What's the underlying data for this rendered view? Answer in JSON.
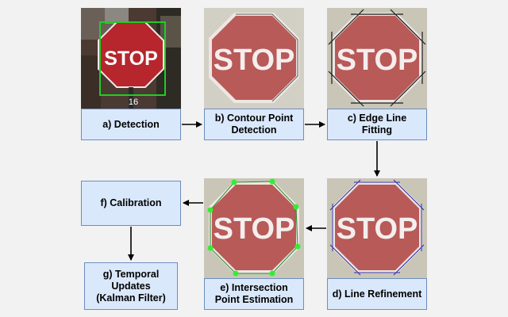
{
  "stop_sign_text": "STOP",
  "post_number": "16",
  "steps": {
    "a": "a) Detection",
    "b": "b) Contour Point\nDetection",
    "c": "c) Edge Line\nFitting",
    "d": "d) Line Refinement",
    "e": "e) Intersection\nPoint Estimation",
    "f": "f) Calibration",
    "g": "g) Temporal\nUpdates\n(Kalman Filter)"
  },
  "colors": {
    "box_fill": "#dae8fc",
    "box_border": "#6c8ebf",
    "detection_box": "#22cc22",
    "edge_lines": "#1a1a1a",
    "refined_lines": "#2a2aa8",
    "intersection_points": "#33dd33",
    "stop_red": "#b85050"
  }
}
